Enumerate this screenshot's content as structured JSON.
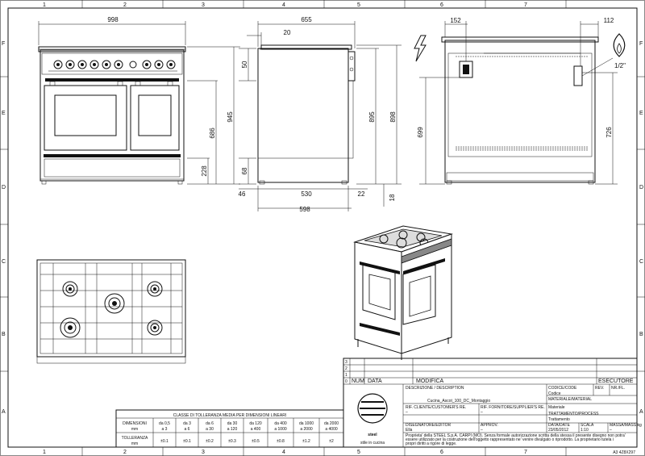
{
  "border": {
    "columns": [
      "1",
      "2",
      "3",
      "4",
      "5",
      "6",
      "7"
    ],
    "rows": [
      "F",
      "E",
      "D",
      "C",
      "B",
      "A"
    ],
    "sheet_code": "A3 4Z8X297"
  },
  "dims": {
    "front_width": "998",
    "front_height_total": "945",
    "front_height_top": "898",
    "front_cavity": "686",
    "front_plinth": "228",
    "side_depth": "655",
    "side_top_offset": "20",
    "side_knob_offset": "50",
    "side_height": "895",
    "side_foot": "68",
    "side_left_gap": "46",
    "side_body": "530",
    "side_right_gap": "22",
    "side_bottom": "18",
    "side_total": "598",
    "rear_left": "152",
    "rear_right": "112",
    "rear_inner_height": "699",
    "rear_connection_height": "726",
    "gas_fitting": "1/2\""
  },
  "tolerance": {
    "title": "CLASSE DI TOLLERANZA MEDIA PER DIMENSIONI LINEARI",
    "row1_label": "DIMENSIONI",
    "row1_unit": "mm",
    "row2_label": "TOLLERANZA",
    "row2_unit": "mm",
    "ranges_a": [
      "da 0,5",
      "da 3",
      "da 6",
      "da 30",
      "da 120",
      "da 400",
      "da 1000",
      "da 2000"
    ],
    "ranges_b": [
      "a 3",
      "a 6",
      "a 30",
      "a 120",
      "a 400",
      "a 1000",
      "a 2000",
      "a 4000"
    ],
    "values": [
      "±0.1",
      "±0.1",
      "±0.2",
      "±0.3",
      "±0.5",
      "±0.8",
      "±1.2",
      "±2"
    ]
  },
  "titleblock": {
    "rev_rows": [
      "3",
      "2",
      "1",
      "0"
    ],
    "col_num": "NUM",
    "col_data": "DATA",
    "col_modifica": "MODIFICA",
    "col_esecutore": "ESECUTORE",
    "desc_label": "DESCRIZIONE / DESCRIPTION",
    "description": "Cucina_Ascot_100_DC_Montaggio",
    "code_label": "CODICE/CODE",
    "code_value": "Codice",
    "rev_label": "REV.",
    "nr_label": "NR./FL.",
    "client_label": "RIF. CLIENTE/CUSTOMER'S RE.",
    "supplier_label": "RIF. FORNITORE/SUPPLIER'S RE.",
    "material_label": "MATERIALE/MATERIAL",
    "material_value": "Materiale",
    "treatment_label": "TRATTAMENTO/PROCESS",
    "treatment_value": "Trattamento",
    "drawn_label": "DISEGNATORE/EDITOR",
    "drawn_value": "Ella",
    "approved_label": "APPROV.",
    "approved_value": "–",
    "date_label": "DATA/DATE",
    "date_value": "23/05/2012",
    "scale_label": "SCALA",
    "scale_value": "1:10",
    "weight_label": "MASSA/MASS kg",
    "weight_value": "–",
    "dash": "–",
    "logo_word": "steel",
    "logo_tagline": "stile in cucina",
    "legal_1": "Proprieta' della STEEL S.p.A. CARPI (MO). Senza formale autorizzazione scritta della stessa il presente disegno non potra'",
    "legal_2": "essere utilizzato per la costruzione dell'oggetto rappresentato ne' venire divulgato o riprodotto. La proprietario tutela i",
    "legal_3": "propri diritti a rigore di legge."
  }
}
